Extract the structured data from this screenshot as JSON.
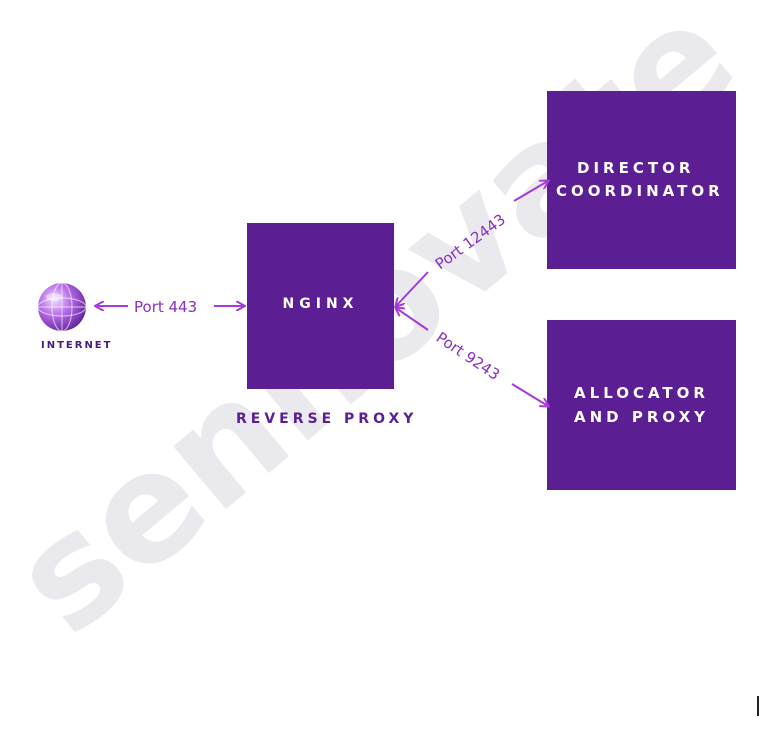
{
  "watermark": {
    "text": "sennovate"
  },
  "internet": {
    "label": "INTERNET",
    "icon": "globe-icon"
  },
  "nginx": {
    "label": "NGINX",
    "caption": "REVERSE PROXY"
  },
  "director": {
    "line1": "DIRECTOR",
    "line2": "COORDINATOR"
  },
  "allocator": {
    "line1": "ALLOCATOR",
    "line2": "AND PROXY"
  },
  "connections": {
    "internet_to_nginx": "Port 443",
    "nginx_to_director": "Port 12443",
    "nginx_to_allocator": "Port 9243"
  },
  "colors": {
    "box": "#5b1f93",
    "arrow": "#a53ad9",
    "port_text": "#8a2fc4",
    "caption": "#5b1f93",
    "watermark": "#e9e9ee"
  }
}
